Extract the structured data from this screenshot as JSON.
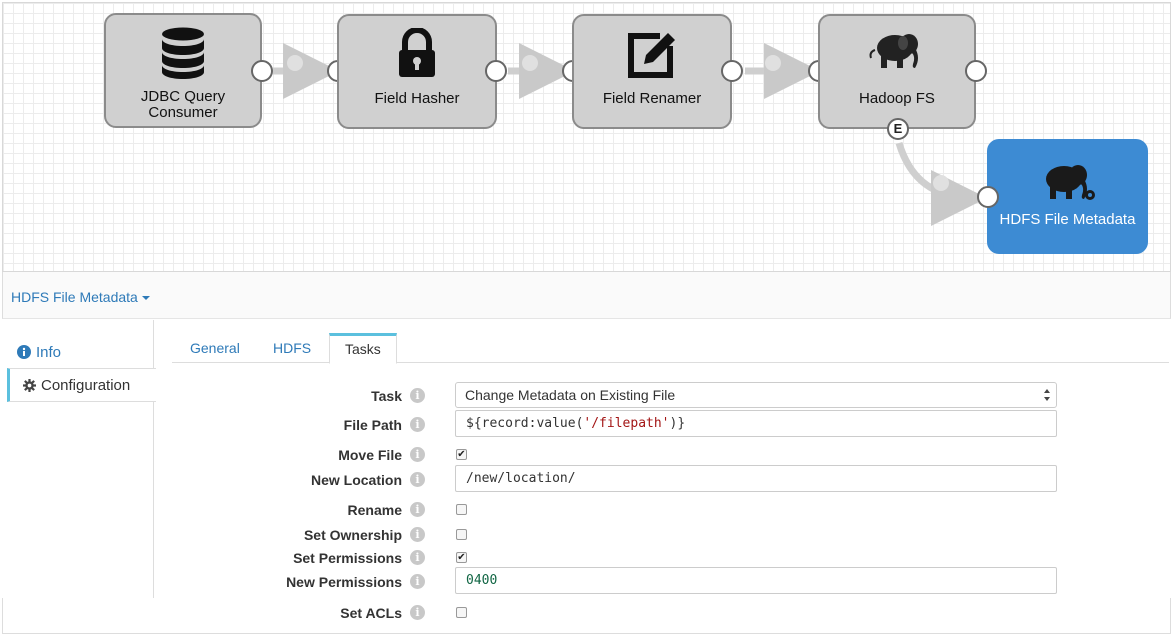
{
  "pipeline": {
    "stages": [
      {
        "id": "jdbc",
        "label": "JDBC Query Consumer",
        "icon": "database-icon"
      },
      {
        "id": "hasher",
        "label": "Field Hasher",
        "icon": "lock-icon"
      },
      {
        "id": "renamer",
        "label": "Field Renamer",
        "icon": "edit-icon"
      },
      {
        "id": "hadoop",
        "label": "Hadoop FS",
        "icon": "elephant-icon"
      },
      {
        "id": "hdfs_meta",
        "label": "HDFS File Metadata",
        "icon": "elephant-gear-icon",
        "selected": true
      }
    ],
    "event_port_label": "E",
    "selected_color": "#3d8bd3"
  },
  "panel": {
    "stage_selector": "HDFS File Metadata",
    "sidebar": {
      "info_label": "Info",
      "config_label": "Configuration"
    },
    "tabs": [
      {
        "label": "General",
        "active": false
      },
      {
        "label": "HDFS",
        "active": false
      },
      {
        "label": "Tasks",
        "active": true
      }
    ]
  },
  "form": {
    "task": {
      "label": "Task",
      "value": "Change Metadata on Existing File"
    },
    "file_path": {
      "label": "File Path",
      "value_prefix": "${record:value(",
      "value_string": "'/filepath'",
      "value_suffix": ")}"
    },
    "move_file": {
      "label": "Move File",
      "checked": true
    },
    "new_location": {
      "label": "New Location",
      "value": "/new/location/"
    },
    "rename": {
      "label": "Rename",
      "checked": false
    },
    "set_ownership": {
      "label": "Set Ownership",
      "checked": false
    },
    "set_permissions": {
      "label": "Set Permissions",
      "checked": true
    },
    "new_permissions": {
      "label": "New Permissions",
      "value": "0400"
    },
    "set_acls": {
      "label": "Set ACLs",
      "checked": false
    }
  },
  "glyphs": {
    "info": "i",
    "check": "✔"
  }
}
